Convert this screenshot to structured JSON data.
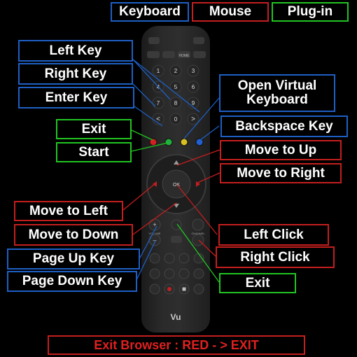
{
  "tabs": {
    "keyboard": "Keyboard",
    "mouse": "Mouse",
    "plugin": "Plug-in"
  },
  "labels": {
    "left_key": "Left Key",
    "right_key": "Right Key",
    "enter_key": "Enter Key",
    "exit_top": "Exit",
    "start": "Start",
    "open_virtual_keyboard_line1": "Open Virtual",
    "open_virtual_keyboard_line2": "Keyboard",
    "backspace_key": "Backspace Key",
    "move_up": "Move to Up",
    "move_right": "Move to Right",
    "move_left": "Move to Left",
    "move_down": "Move to Down",
    "page_up": "Page Up Key",
    "page_down": "Page Down Key",
    "left_click": "Left Click",
    "right_click": "Right Click",
    "exit_bottom": "Exit"
  },
  "remote": {
    "ok_label": "OK",
    "home_label": "HOME",
    "brand": "Vu",
    "volume_label": "VOLUME",
    "channel_label": "CHANNEL",
    "digits": [
      "1",
      "2",
      "3",
      "4",
      "5",
      "6",
      "7",
      "8",
      "9",
      "<",
      "0",
      ">"
    ]
  },
  "footer": "Exit Browser : RED - > EXIT",
  "colors": {
    "blue": "#1e5fc4",
    "red": "#c41e1e",
    "green": "#22c422",
    "footer_text": "#e02020"
  }
}
